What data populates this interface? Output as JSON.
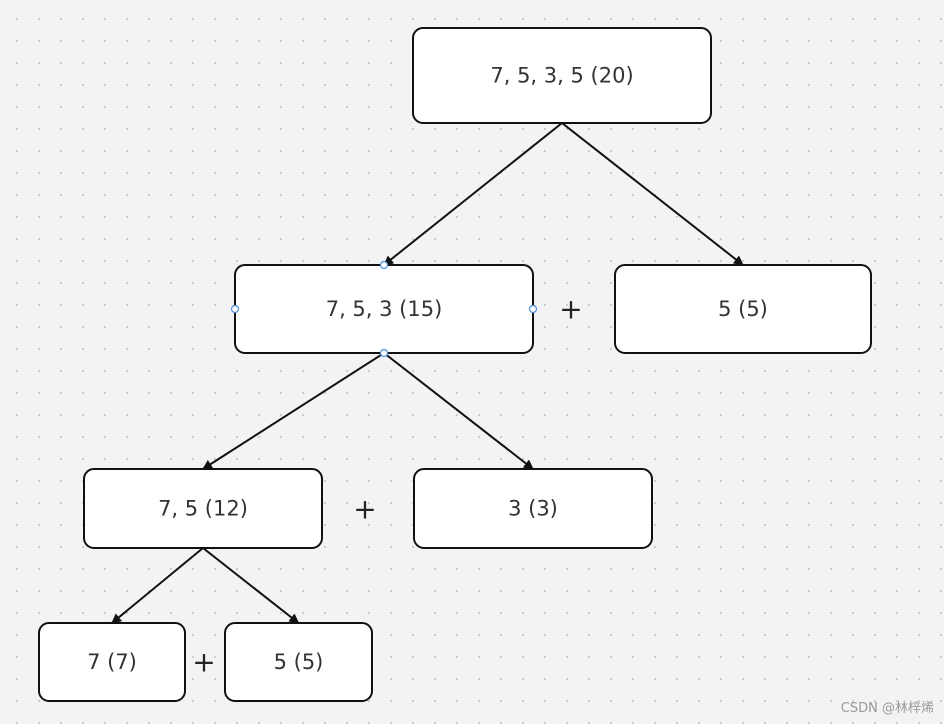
{
  "diagram": {
    "nodes": [
      {
        "id": "n1",
        "label": "7, 5, 3, 5 (20)"
      },
      {
        "id": "n2",
        "label": "7, 5, 3 (15)"
      },
      {
        "id": "n3",
        "label": "5 (5)"
      },
      {
        "id": "n4",
        "label": "7, 5 (12)"
      },
      {
        "id": "n5",
        "label": "3 (3)"
      },
      {
        "id": "n6",
        "label": "7 (7)"
      },
      {
        "id": "n7",
        "label": "5 (5)"
      }
    ],
    "edges": [
      {
        "from": "n1",
        "to": "n2"
      },
      {
        "from": "n1",
        "to": "n3"
      },
      {
        "from": "n2",
        "to": "n4"
      },
      {
        "from": "n2",
        "to": "n5"
      },
      {
        "from": "n4",
        "to": "n6"
      },
      {
        "from": "n4",
        "to": "n7"
      }
    ],
    "operators": [
      {
        "between": [
          "n2",
          "n3"
        ],
        "symbol": "+"
      },
      {
        "between": [
          "n4",
          "n5"
        ],
        "symbol": "+"
      },
      {
        "between": [
          "n6",
          "n7"
        ],
        "symbol": "+"
      }
    ],
    "selected_node": "n2"
  },
  "watermark": "CSDN @林梓烯"
}
